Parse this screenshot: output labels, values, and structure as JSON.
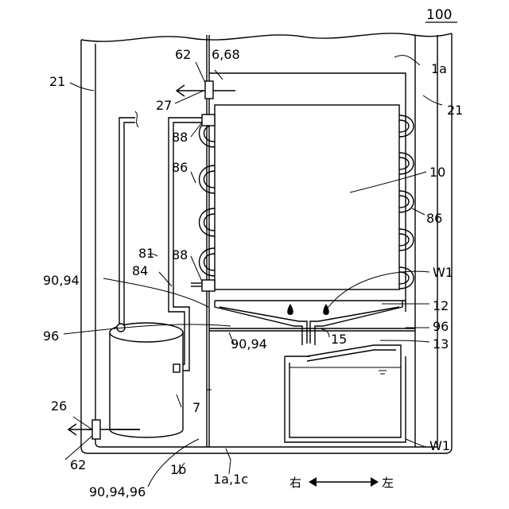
{
  "figure_number": "100",
  "labels": {
    "l_1a_top": "1a",
    "l_1a1c": "1a,1c",
    "l_1b": "1b",
    "l_6_68": "6,68",
    "l_7": "7",
    "l_10": "10",
    "l_12": "12",
    "l_13": "13",
    "l_15": "15",
    "l_21_left": "21",
    "l_21_right": "21",
    "l_26": "26",
    "l_27": "27",
    "l_62_top": "62",
    "l_62_bottom": "62",
    "l_81": "81",
    "l_84": "84",
    "l_86_left": "86",
    "l_86_right": "86",
    "l_88_top": "88",
    "l_88_bottom": "88",
    "l_90_94_left": "90,94",
    "l_90_94_mid": "90,94",
    "l_90_94_96": "90,94,96",
    "l_96_left": "96",
    "l_96_right": "96",
    "l_W1_top": "W1",
    "l_W1_bottom": "W1"
  },
  "direction": {
    "right_kanji": "右",
    "left_kanji": "左"
  }
}
